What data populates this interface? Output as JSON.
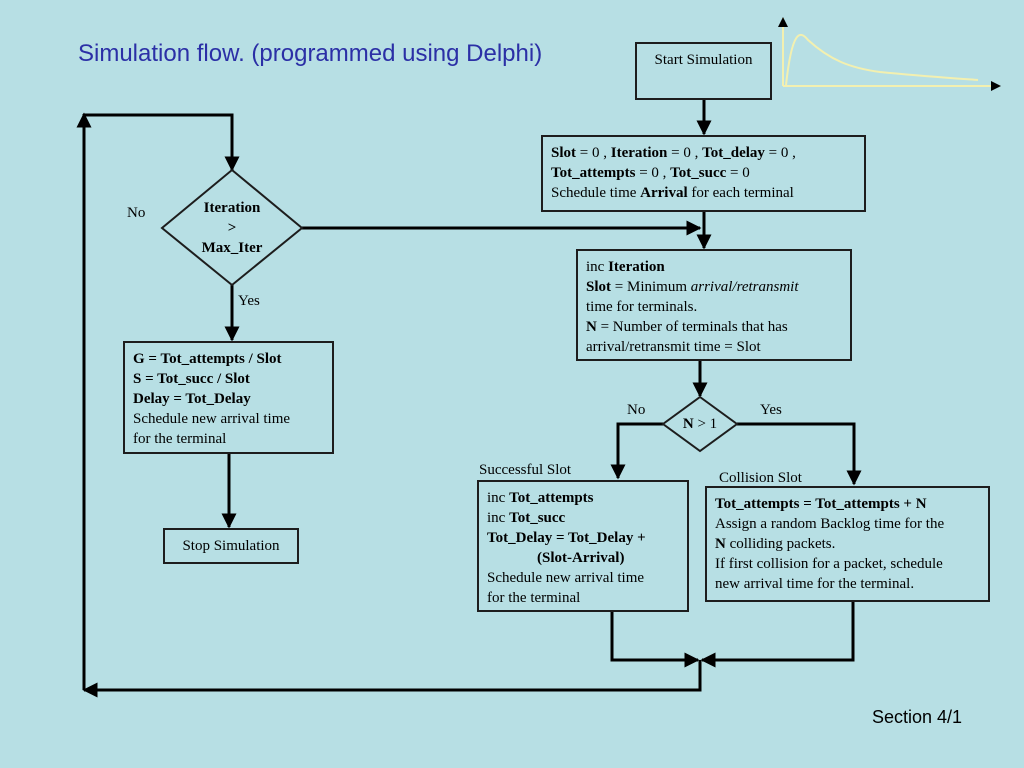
{
  "title": "Simulation flow. (programmed using Delphi)",
  "footer": "Section 4/1",
  "nodes": {
    "start": "Start Simulation",
    "stop": "Stop Simulation",
    "init": {
      "l1_b1": "Slot",
      "l1_t1": " = 0 ,  ",
      "l1_b2": "Iteration",
      "l1_t2": " = 0 , ",
      "l1_b3": "Tot_delay",
      "l1_t3": " = 0 ,",
      "l2_b1": "Tot_attempts",
      "l2_t1": " = 0  , ",
      "l2_b2": "Tot_succ",
      "l2_t2": " = 0",
      "l3_t1": "Schedule time ",
      "l3_b1": "Arrival",
      "l3_t2": " for each terminal"
    },
    "iterate": {
      "l1_t": "inc ",
      "l1_b": "Iteration",
      "l2_b": "Slot",
      "l2_t": " = Minimum ",
      "l2_i": "arrival/retransmit",
      "l3": "time for terminals.",
      "l4_b": "N",
      "l4_t": " = Number of terminals that has",
      "l5": "arrival/retransmit time = Slot"
    },
    "decision_iter": {
      "l1": "Iteration",
      "l2": ">",
      "l3": "Max_Iter"
    },
    "decision_n": {
      "b": "N",
      "t": " > 1"
    },
    "results": {
      "l1": "G =   Tot_attempts / Slot",
      "l2": "S   =   Tot_succ / Slot",
      "l3": "Delay = Tot_Delay",
      "l4": "Schedule new arrival time",
      "l5": "for the terminal"
    },
    "success": {
      "l1_t": "inc  ",
      "l1_b": "Tot_attempts",
      "l2_t": "inc  ",
      "l2_b": "Tot_succ",
      "l3_b": "Tot_Delay = Tot_Delay +",
      "l4_b": "(Slot-Arrival)",
      "l5": "Schedule new arrival time",
      "l6": "for the terminal"
    },
    "collision": {
      "l1_b": "Tot_attempts = Tot_attempts + N",
      "l2": "Assign a random Backlog time for the",
      "l3_b": "N",
      "l3_t": " colliding packets.",
      "l4": "If first collision for a packet, schedule",
      "l5": "new arrival time for the terminal."
    }
  },
  "labels": {
    "no_iter": "No",
    "yes_iter": "Yes",
    "no_n": "No",
    "yes_n": "Yes",
    "successful_slot": "Successful Slot",
    "collision_slot": "Collision Slot"
  },
  "colors": {
    "background": "#b7dfe4",
    "title": "#2b2fa6",
    "logo_curve": "#f3f0b0"
  }
}
